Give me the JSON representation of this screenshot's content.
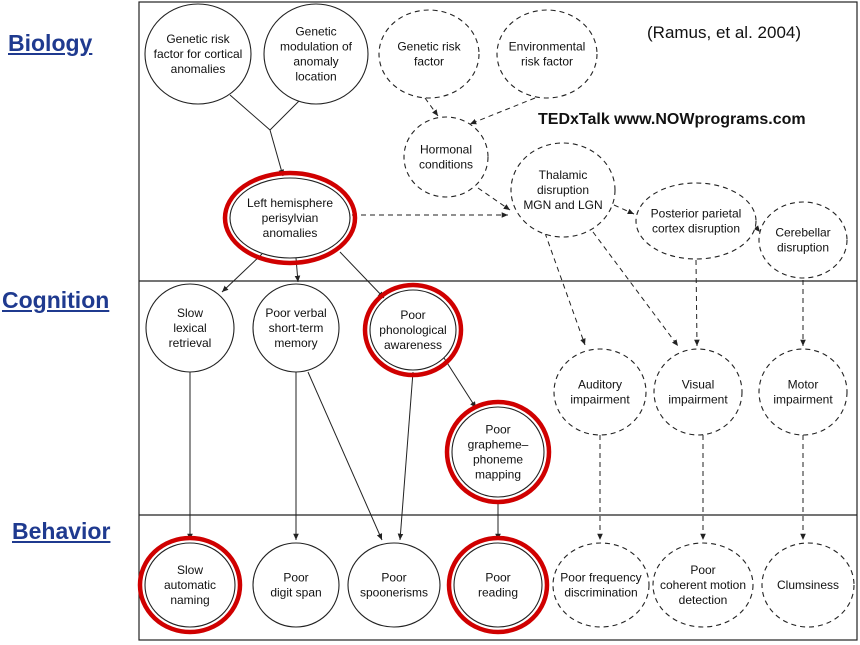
{
  "levels": {
    "biology": "Biology",
    "cognition": "Cognition",
    "behavior": "Behavior"
  },
  "citation": "(Ramus, et al. 2004)",
  "watermark": "TEDxTalk www.NOWprograms.com",
  "colors": {
    "level_label": "#1f3a8f",
    "highlight": "#d00000",
    "line": "#222222"
  },
  "nodes": {
    "genetic_risk_cortical": [
      "Genetic risk",
      "factor for cortical",
      "anomalies"
    ],
    "genetic_modulation": [
      "Genetic",
      "modulation of",
      "anomaly",
      "location"
    ],
    "genetic_risk_factor": [
      "Genetic risk",
      "factor"
    ],
    "environmental_risk": [
      "Environmental",
      "risk factor"
    ],
    "hormonal_conditions": [
      "Hormonal",
      "conditions"
    ],
    "left_hemisphere": [
      "Left hemisphere",
      "perisylvian",
      "anomalies"
    ],
    "thalamic_disruption": [
      "Thalamic",
      "disruption",
      "MGN and LGN"
    ],
    "posterior_parietal": [
      "Posterior parietal",
      "cortex disruption"
    ],
    "cerebellar_disruption": [
      "Cerebellar",
      "disruption"
    ],
    "slow_lexical_retrieval": [
      "Slow",
      "lexical",
      "retrieval"
    ],
    "poor_verbal_stm": [
      "Poor verbal",
      "short-term",
      "memory"
    ],
    "poor_phonological_awareness": [
      "Poor",
      "phonological",
      "awareness"
    ],
    "poor_grapheme_phoneme": [
      "Poor",
      "grapheme–",
      "phoneme",
      "mapping"
    ],
    "auditory_impairment": [
      "Auditory",
      "impairment"
    ],
    "visual_impairment": [
      "Visual",
      "impairment"
    ],
    "motor_impairment": [
      "Motor",
      "impairment"
    ],
    "slow_automatic_naming": [
      "Slow",
      "automatic",
      "naming"
    ],
    "poor_digit_span": [
      "Poor",
      "digit span"
    ],
    "poor_spoonerisms": [
      "Poor",
      "spoonerisms"
    ],
    "poor_reading": [
      "Poor",
      "reading"
    ],
    "poor_frequency_discrimination": [
      "Poor frequency",
      "discrimination"
    ],
    "poor_coherent_motion": [
      "Poor",
      "coherent motion",
      "detection"
    ],
    "clumsiness": [
      "Clumsiness"
    ]
  }
}
